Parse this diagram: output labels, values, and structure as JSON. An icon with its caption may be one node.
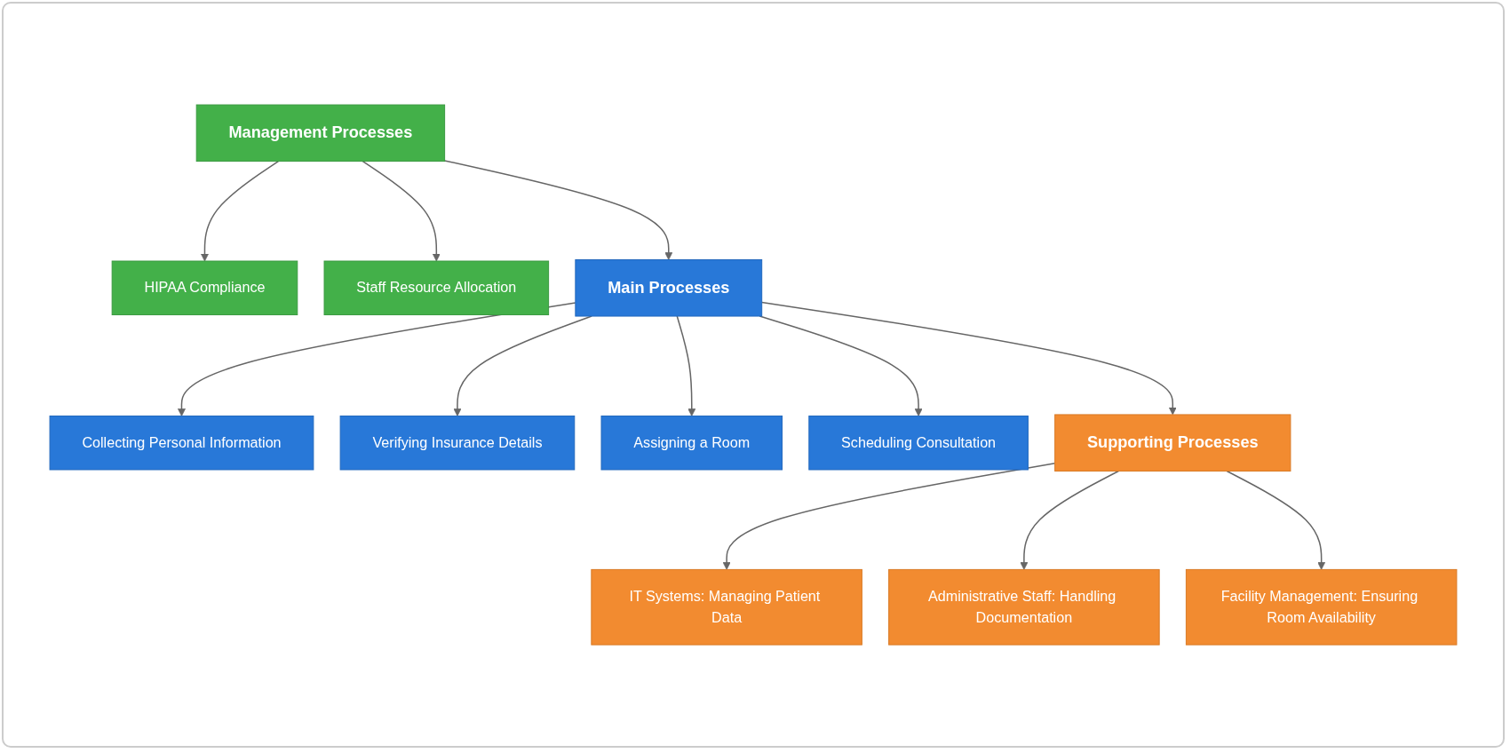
{
  "diagram": {
    "nodes": [
      {
        "text": [
          "Management Processes"
        ]
      },
      {
        "text": [
          "HIPAA Compliance"
        ]
      },
      {
        "text": [
          "Staff Resource Allocation"
        ]
      },
      {
        "text": [
          "Main Processes"
        ]
      },
      {
        "text": [
          "Collecting Personal Information"
        ]
      },
      {
        "text": [
          "Verifying Insurance Details"
        ]
      },
      {
        "text": [
          "Assigning a Room"
        ]
      },
      {
        "text": [
          "Scheduling Consultation"
        ]
      },
      {
        "text": [
          "Supporting Processes"
        ]
      },
      {
        "text": [
          "IT Systems: Managing Patient Data"
        ]
      },
      {
        "text": [
          "Administrative Staff: Handling Documentation"
        ]
      },
      {
        "text": [
          "Facility Management: Ensuring Room Availability"
        ]
      }
    ],
    "edges": [
      {
        "from": 0,
        "to": 1,
        "arrow": "to"
      },
      {
        "from": 0,
        "to": 2,
        "arrow": "to"
      },
      {
        "from": 0,
        "to": 3,
        "arrow": "to"
      },
      {
        "from": 3,
        "to": 4,
        "arrow": "to"
      },
      {
        "from": 3,
        "to": 5,
        "arrow": "to"
      },
      {
        "from": 3,
        "to": 6,
        "arrow": "to"
      },
      {
        "from": 3,
        "to": 7,
        "arrow": "to"
      },
      {
        "from": 3,
        "to": 8,
        "arrow": "to"
      },
      {
        "from": 8,
        "to": 9,
        "arrow": "to"
      },
      {
        "from": 8,
        "to": 10,
        "arrow": "to"
      },
      {
        "from": 8,
        "to": 11,
        "arrow": "to"
      }
    ]
  }
}
